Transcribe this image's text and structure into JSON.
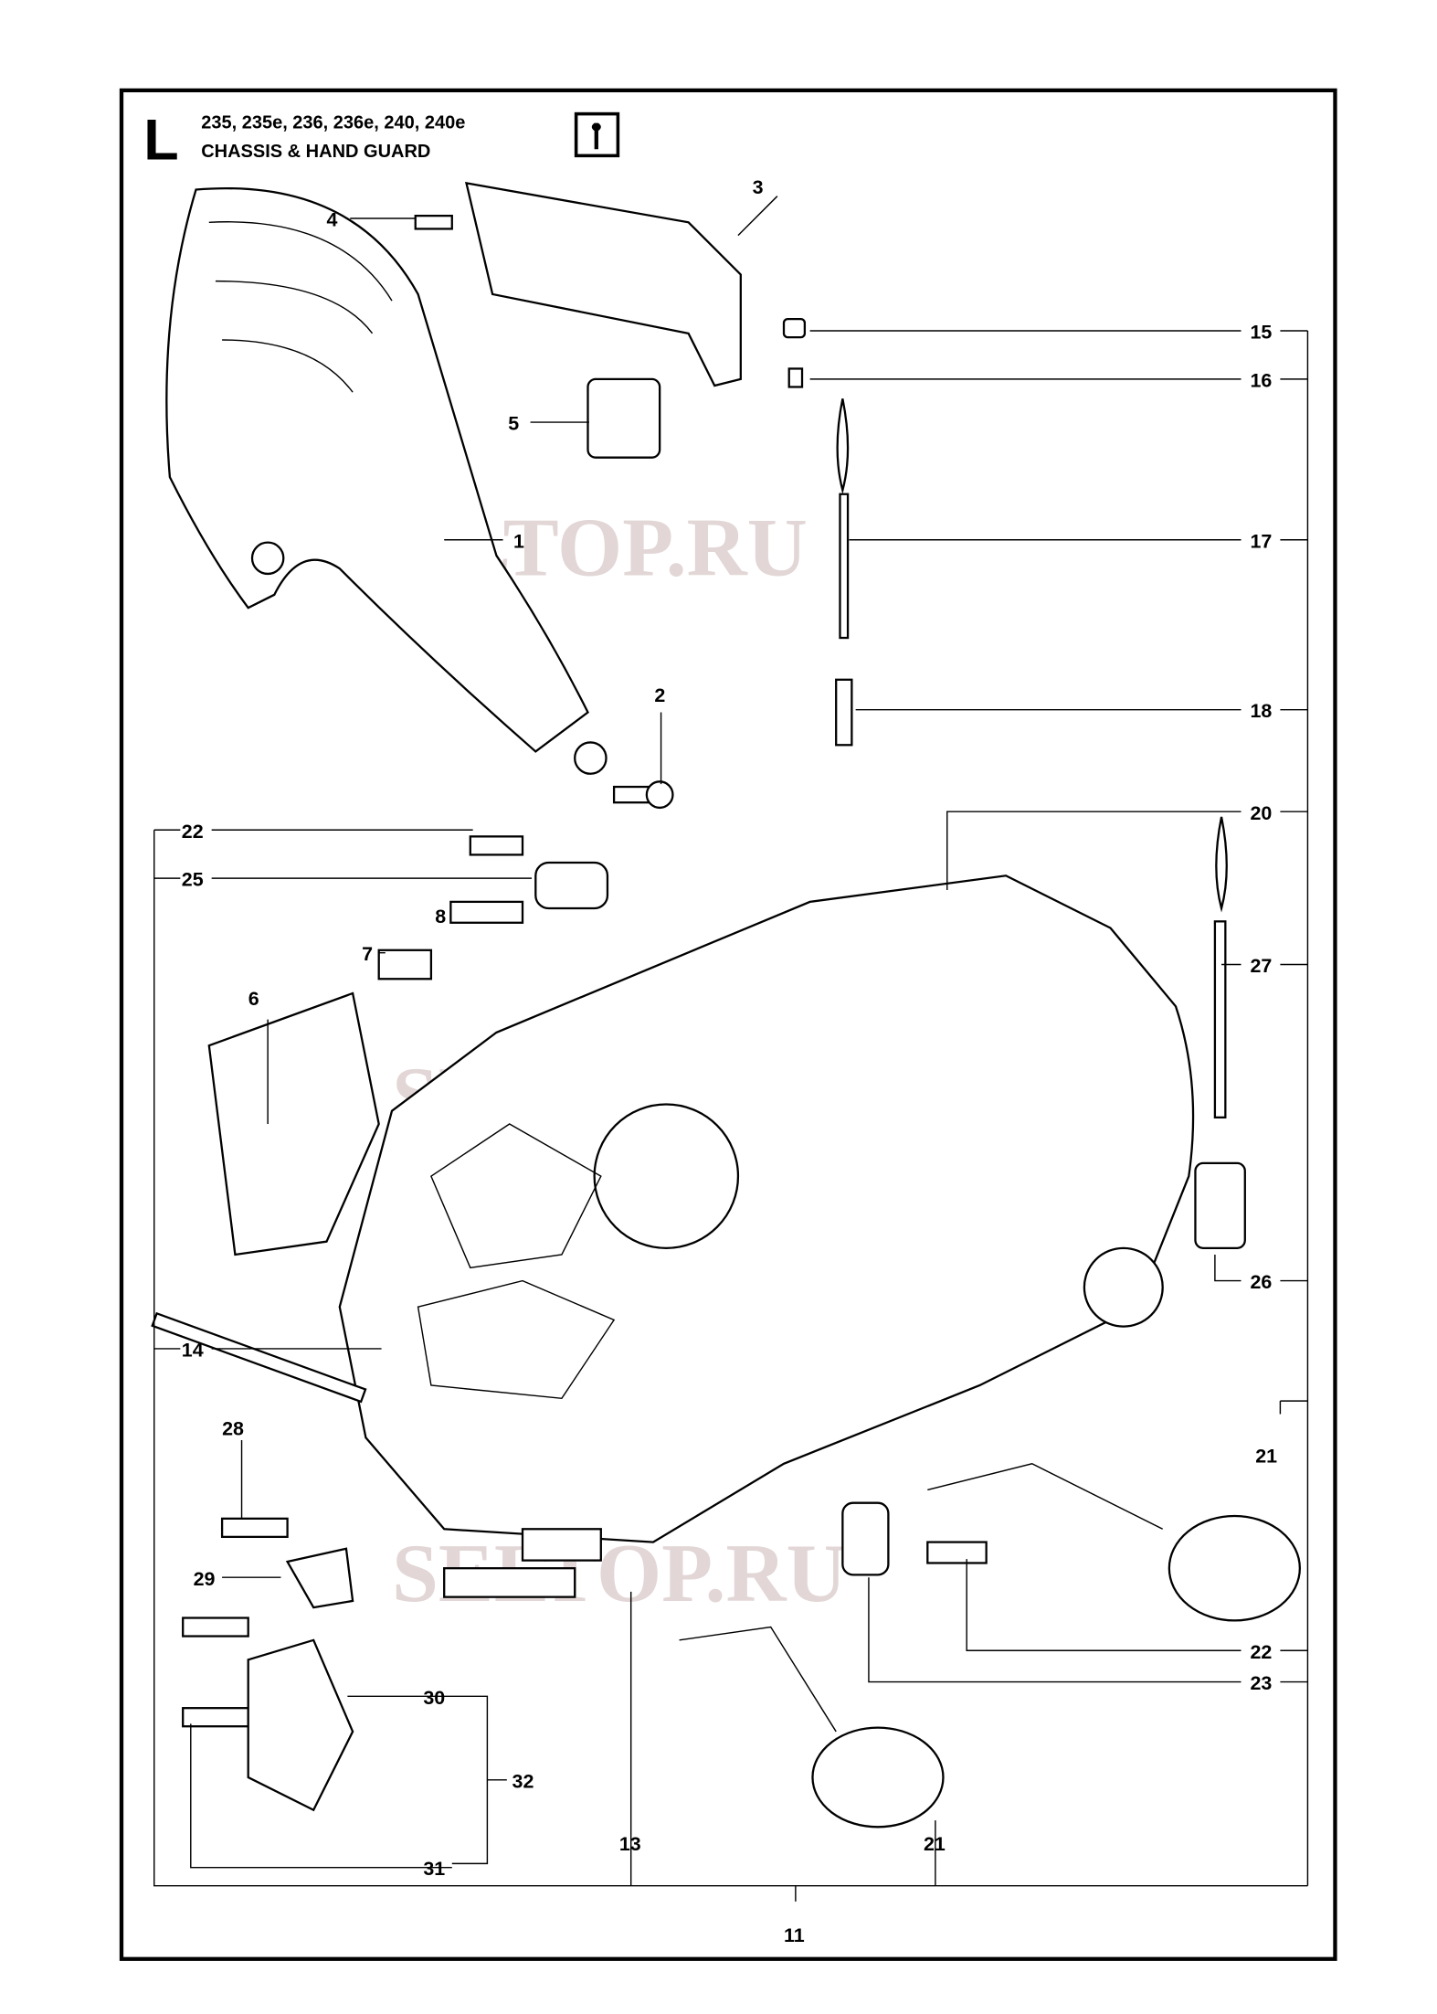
{
  "header": {
    "section_letter": "L",
    "models": "235, 235e, 236, 236e, 240, 240e",
    "title": "CHASSIS & HAND GUARD",
    "service_icon": "wrench-icon"
  },
  "watermark": "SELTOP.RU",
  "callouts": {
    "c1": "1",
    "c2": "2",
    "c3": "3",
    "c4": "4",
    "c5": "5",
    "c6": "6",
    "c7": "7",
    "c8": "8",
    "c11": "11",
    "c13": "13",
    "c14": "14",
    "c15": "15",
    "c16": "16",
    "c17": "17",
    "c18": "18",
    "c20": "20",
    "c21a": "21",
    "c21b": "21",
    "c22a": "22",
    "c22b": "22",
    "c23": "23",
    "c25": "25",
    "c26": "26",
    "c27": "27",
    "c28": "28",
    "c29": "29",
    "c30": "30",
    "c31": "31",
    "c32": "32"
  }
}
